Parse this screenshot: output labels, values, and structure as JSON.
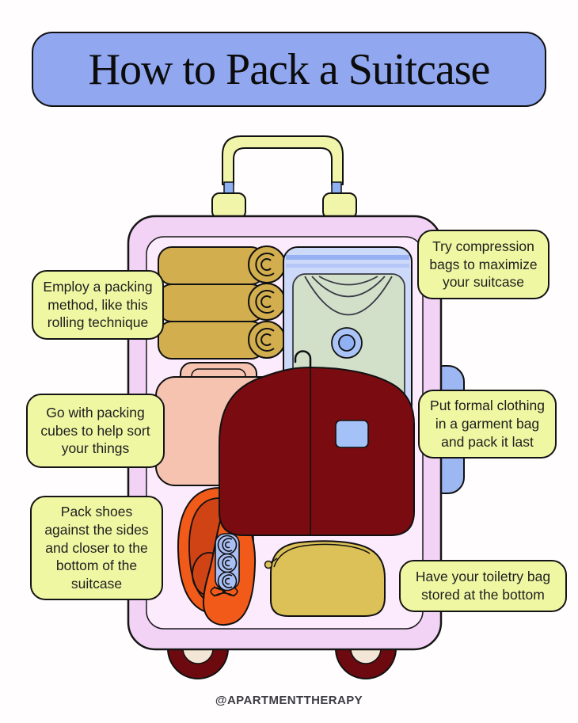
{
  "title": {
    "text": "How to Pack a Suitcase"
  },
  "tips": [
    {
      "name": "rolling-technique",
      "text": "Employ a packing\nmethod, like this\nrolling technique"
    },
    {
      "name": "compression-bags",
      "text": "Try compression\nbags to maximize\nyour suitcase"
    },
    {
      "name": "packing-cubes",
      "text": "Go with packing\ncubes to help sort\nyour things"
    },
    {
      "name": "garment-bag",
      "text": "Put formal clothing\nin a garment bag\nand pack it last"
    },
    {
      "name": "shoes-placement",
      "text": "Pack shoes\nagainst the sides\nand closer to the\nbottom of the\nsuitcase"
    },
    {
      "name": "toiletry-bag",
      "text": "Have your toiletry bag\nstored at the bottom"
    }
  ],
  "credit": {
    "text": "@APARTMENTTHERAPY"
  },
  "illustration": {
    "items": [
      "trolley-handle",
      "suitcase-shell",
      "suitcase-lining",
      "side-carry-handle",
      "rolled-towels",
      "compression-bag",
      "folded-shirt",
      "air-valve",
      "packing-cube",
      "hanger-hook",
      "garment-bag",
      "luggage-tag",
      "shoes",
      "sock-rolls",
      "toiletry-bag",
      "wheels"
    ]
  },
  "colors": {
    "title_bg": "#91a7ef",
    "callout_yellow": "#f0f7a3",
    "handle_yellow": "#f1f5a9",
    "suitcase_shell_pink": "#f2d2f5",
    "suitcase_lining_pink": "#fbebfd",
    "towel_gold": "#d2ae4e",
    "toiletry_gold": "#dcc158",
    "garment_maroon": "#7a0c11",
    "wheel_maroon": "#6d0a10",
    "shoe_orange": "#f25a1a",
    "insole_red_orange": "#d04315",
    "compression_blue": "#cdd9f8",
    "shirt_green": "#d2e0ca",
    "periwinkle_blue": "#9db7f3",
    "sock_blue": "#a9bff4",
    "wheel_cream": "#f3e6d6",
    "outline": "#111111"
  }
}
